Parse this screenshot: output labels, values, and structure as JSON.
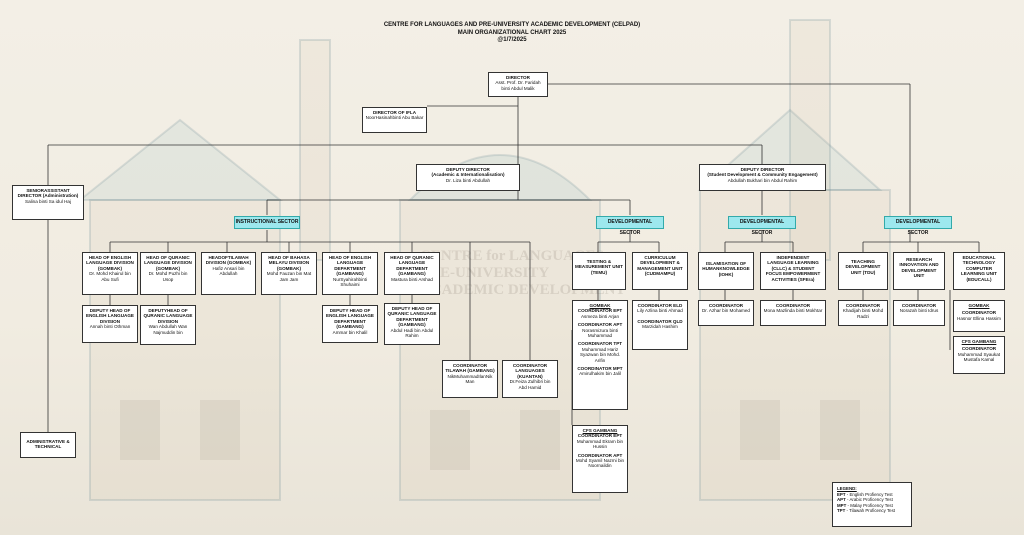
{
  "header": {
    "line1": "CENTRE FOR LANGUAGES AND PRE-UNIVERSITY ACADEMIC DEVELOPMENT (CELPAD)",
    "line2": "MAIN ORGANIZATIONAL CHART 2025",
    "line3": "@1/7/2025"
  },
  "watermark": {
    "line1": "CENTRE for LANGUAGES",
    "line2": "PRE-UNIVERSITY",
    "line3": "ACADEMIC DEVELOPMENT"
  },
  "director": {
    "title": "DIRECTOR",
    "name": "Asst. Prof. Dr. Faridah binti Abdul Malik"
  },
  "ifla": {
    "title": "DIRECTOR OF IFLA",
    "name": "NoorHasinahbinti Abu Bakar"
  },
  "senior_admin": {
    "title": "SENIORASSISTANT DIRECTOR (Administration)",
    "name": "Salina binti Sa idul Haj"
  },
  "admin_tech": {
    "title": "ADMINISTRATIVE & TECHNICAL"
  },
  "deputy_academic": {
    "title": "DEPUTY DIRECTOR",
    "sub": "(Academic & Internationalisation)",
    "name": "Dr. Liza binti Abdullah"
  },
  "deputy_student": {
    "title": "DEPUTY DIRECTOR",
    "sub": "(Student Development & Community Engagement)",
    "name": "Abdullah Bukhari bin Abdul Rahim"
  },
  "sectors": {
    "instructional": "INSTRUCTIONAL SECTOR",
    "developmental1": "DEVELOPMENTAL SECTOR",
    "developmental2": "DEVELOPMENTAL SECTOR",
    "developmental3": "DEVELOPMENTAL SECTOR"
  },
  "instr": {
    "eng_gombak": {
      "title": "HEAD OF ENGLISH LANGUAGE DIVISION (GOMBAK)",
      "name": "Dr. Mohd Khairul bin Abu Sufi"
    },
    "eng_gombak_dep": {
      "title": "DEPUTY HEAD OF ENGLISH LANGUAGE DIVISION",
      "name": "Annah binti Othman"
    },
    "quran_gombak": {
      "title": "HEAD OF QURANIC LANGUAGE DIVISION (GOMBAK)",
      "name": "Dr. Mohd Puzhi bin Usop"
    },
    "quran_gombak_dep": {
      "title": "DEPUTYHEAD OF QURANIC LANGUAGE DIVISION",
      "name": "Wan Abdullah Wan Najmuddin bin"
    },
    "tilawah": {
      "title": "HEADOFTILAWAH DIVISION (GOMBAK)",
      "name": "Hafiz Ansari bin Abdullah"
    },
    "melayu": {
      "title": "HEAD OF BAHASA MELAYU DIVISION (GOMBAK)",
      "name": "Mohd Fauzan bin Mat Jam Jam"
    },
    "eng_gambang": {
      "title": "HEAD OF ENGLISH LANGUAGE DEPARTMENT (GAMBANG)",
      "name": "NurSyahirahbinti Shuhaimi"
    },
    "eng_gambang_dep": {
      "title": "DEPUTY HEAD OF ENGLISH LANGUAGE DEPARTMENT (GAMBANG)",
      "name": "Ammar bin Khalil"
    },
    "quran_gambang": {
      "title": "HEAD OF QURANIC LANGUAGE DEPARTMENT (GAMBANG)",
      "name": "Mastura binti Arshad"
    },
    "quran_gambang_dep": {
      "title": "DEPUTY HEAD OF QURANIC LANGUAGE DEPARTMENT (GAMBANG)",
      "name": "Abdul Hadi bin Abdul Rahim"
    },
    "coord_tilawah": {
      "title": "COORDINATOR TILAWAH (GAMBANG)",
      "name": "NikMuhammadIlanNik Man"
    },
    "coord_kuantan": {
      "title": "COORDINATOR LANGUAGES (KUANTAN)",
      "name": "Dr.Feiza Zulhibri bin Abd Hamid"
    }
  },
  "dev1": {
    "temu": {
      "title": "TESTING & MEASUREMENT UNIT (TEMU)"
    },
    "cudmampu": {
      "title": "CURRICULUM DEVELOPMENT & MANAGEMENT UNIT (CUDMAMPU)"
    },
    "temu_list": {
      "gombak": "GOMBAK",
      "ept_t": "COORDINATOR EPT",
      "ept_n": "Asmeza binti Arjan",
      "apt_t": "COORDINATOR APT",
      "apt_n": "Norasmizura binti Muhammad",
      "tpt_t": "COORDINATOR TPT",
      "tpt_n": "Muhammad Hariz Syazwan bin Mohd. Arifin",
      "mpt_t": "COORDINATOR MPT",
      "mpt_n": "Amirulhakim bin Jalil"
    },
    "temu_gambang": {
      "head": "CFS GAMBANG",
      "ept_t": "COORDINATOR EPT",
      "ept_n": "Muhammad Ekram bin Hussin",
      "apt_t": "COORDINATOR APT",
      "apt_n": "Mohd Syamil Nazmi bin Noornaildin"
    },
    "eld": {
      "title": "COORDINATOR ELD",
      "name": "Lily Azlina binti Ahmad"
    },
    "qld": {
      "title": "COORDINATOR QLD",
      "name": "Marzidah Hashim"
    }
  },
  "dev2": {
    "ihk": {
      "title": "ISLAMISATION OF HUMANKNOWLEDGE (IOHK)"
    },
    "cllc": {
      "title": "INDEPENDENT LANGUAGE LEARNING (CLLC) & STUDENT FOCUS EMPOWERMENT ACTIVITIES (SFEra)"
    },
    "ihk_coord": {
      "title": "COORDINATOR",
      "name": "Dr. Azhar bin Mohamed"
    },
    "cllc_coord": {
      "title": "COORDINATOR",
      "name": "Mona Mazlinda binti Mokhtar"
    }
  },
  "dev3": {
    "tdu": {
      "title": "TEACHING DEVELOPMENT UNIT (TDU)"
    },
    "ridu": {
      "title": "RESEARCH INNOVATION AND DEVELOPMENT UNIT"
    },
    "educall": {
      "title": "EDUCATIONAL TECHNOLOGY COMPUTER LEARNING UNIT (EDUCALL)"
    },
    "tdu_coord": {
      "title": "COORDINATOR",
      "name": "Khadijah binti Mohd Radzi"
    },
    "ridu_coord": {
      "title": "COORDINATOR",
      "name": "Norazah binti Idrus"
    },
    "edu_gombak": {
      "head": "GOMBAK",
      "title": "COORDINATOR",
      "name": "Hasnor Ellina Hassim"
    },
    "edu_gambang": {
      "head": "CFS GAMBANG",
      "title": "COORDINATOR",
      "name": "Muhammad Syaukat Mustafa Kamal"
    }
  },
  "legend": {
    "title": "LEGEND:",
    "items": [
      {
        "code": "EPT",
        "text": "- English Profiency Test"
      },
      {
        "code": "APT",
        "text": "- Arabic Proficency Test"
      },
      {
        "code": "MPT",
        "text": "- Malay Proficency Test"
      },
      {
        "code": "TPT",
        "text": "- Tilawah Proficency Test"
      }
    ]
  }
}
